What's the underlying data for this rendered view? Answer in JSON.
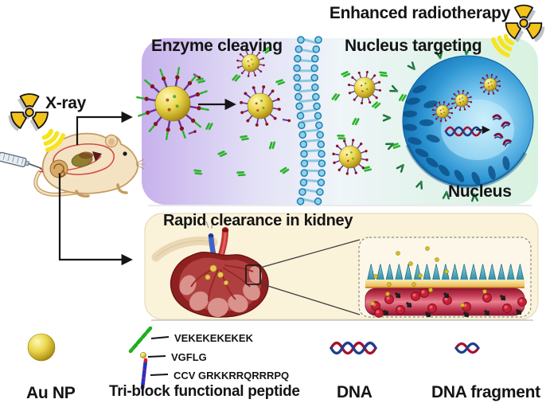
{
  "header": {
    "enhanced_label": "Enhanced radiotherapy",
    "xray_label": "X-ray"
  },
  "top_panel": {
    "enzyme_label": "Enzyme cleaving",
    "targeting_label": "Nucleus targeting",
    "nucleus_label": "Nucleus"
  },
  "bottom_panel": {
    "title": "Rapid clearance in kidney"
  },
  "legend": {
    "aunp_label": "Au NP",
    "peptide_label": "Tri-block functional peptide",
    "peptide_blocks": [
      {
        "sequence": "VEKEKEKEKEK"
      },
      {
        "sequence": "VGFLG"
      },
      {
        "sequence": "CCV GRKKRRQRRRPQ"
      }
    ],
    "dna_label": "DNA",
    "dna_fragment_label": "DNA fragment"
  },
  "colors": {
    "gold_np": "#e8d13c",
    "nucleus_blue": "#1b84c6",
    "panel_purple": "#c9b4ec",
    "panel_green": "#d9f2e2",
    "panel_cream": "#faf3da",
    "peptide_green": "#27b327",
    "peptide_blue": "#2233cc",
    "peptide_red": "#d42222",
    "dna_red": "#a81030",
    "dna_blue": "#1c3f8e",
    "vessel_red": "#c13a52",
    "filtration_teal": "#4da3bd",
    "radiation_yellow": "#f3c31b"
  }
}
